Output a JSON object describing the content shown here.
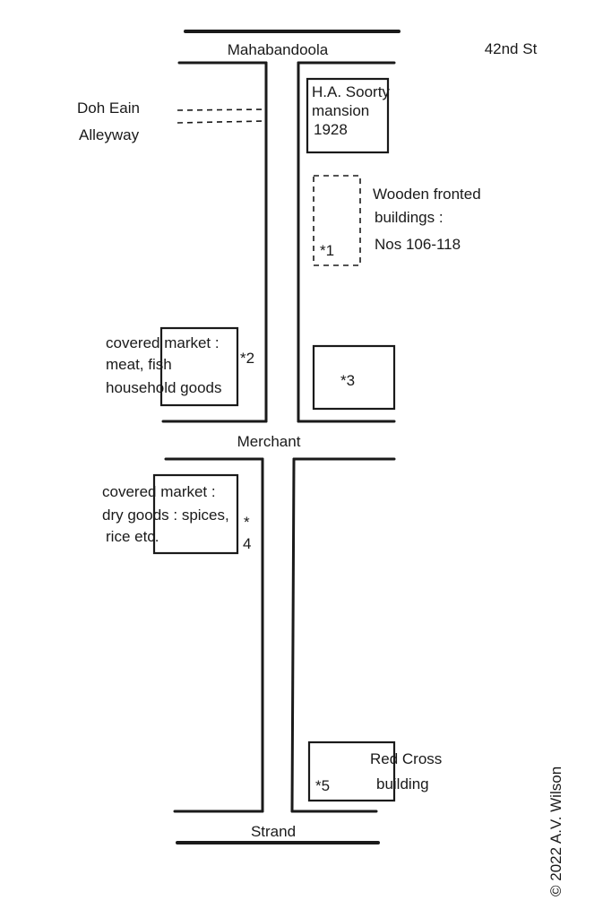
{
  "title": "42nd St",
  "streets": {
    "north": "Mahabandoola",
    "middle": "Merchant",
    "south": "Strand",
    "alley": [
      "Doh Eain",
      "Alleyway"
    ]
  },
  "landmarks": {
    "soorty": [
      "H.A. Soorty",
      "mansion",
      "1928"
    ],
    "wooden": {
      "lines": [
        "Wooden fronted",
        "buildings :",
        "Nos 106-118"
      ],
      "marker": "*1"
    },
    "market1": {
      "lines": [
        "covered market :",
        "meat, fish",
        "household goods"
      ],
      "marker": "*2"
    },
    "site3": {
      "marker": "*3"
    },
    "market2": {
      "lines": [
        "covered market :",
        "dry goods : spices,",
        "rice etc."
      ],
      "marker_star": "*",
      "marker_num": "4"
    },
    "redcross": {
      "lines": [
        "Red Cross",
        "building"
      ],
      "marker": "*5"
    }
  },
  "copyright": "© 2022  A.V. Wilson"
}
